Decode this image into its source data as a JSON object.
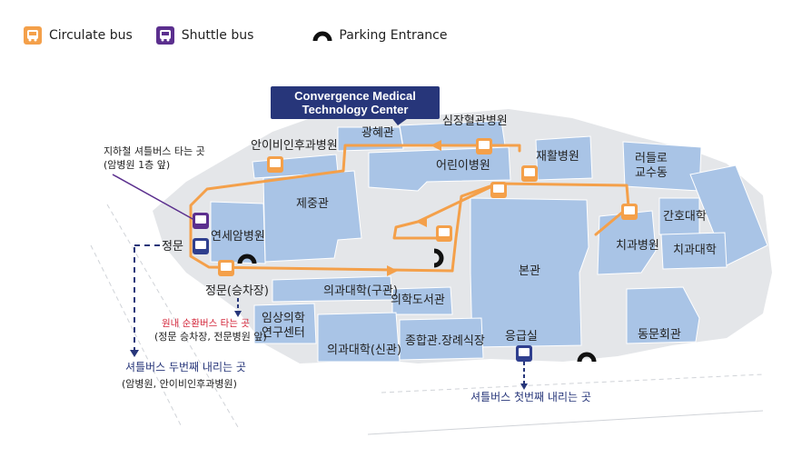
{
  "legend": {
    "circulate": "Circulate bus",
    "shuttle": "Shuttle bus",
    "parking": "Parking Entrance"
  },
  "colors": {
    "route": "#f4a04a",
    "building": "#a9c4e6",
    "ground": "#e4e6e9",
    "shuttle": "#5b2f8e",
    "navy": "#27367a",
    "red": "#d3263a"
  },
  "callout": {
    "line1": "Convergence Medical",
    "line2": "Technology Center"
  },
  "buildings": {
    "gwanghyegwan": "광혜관",
    "heart_hospital": "심장혈관병원",
    "ahn_otolaryngology": "안이비인후과병원",
    "childrens_hospital": "어린이병원",
    "rehab_hospital": "재활병원",
    "faculty_housing_1": "러들로",
    "faculty_housing_2": "교수동",
    "jejunggwan": "제중관",
    "nursing_college": "간호대학",
    "cancer_hospital": "연세암병원",
    "main_building": "본관",
    "dental_hospital": "치과병원",
    "dental_college": "치과대학",
    "medical_college_old": "의과대학(구관)",
    "medical_library": "의학도서관",
    "clinical_research_1": "임상의학",
    "clinical_research_2": "연구센터",
    "medical_college_new": "의과대학(신관)",
    "general_hall": "종합관.장례식장",
    "emergency": "응급실",
    "alumni_hall": "동문회관"
  },
  "labels": {
    "main_gate": "정문",
    "main_gate_stop": "정문(승차장)",
    "subway_shuttle_1": "지하철 셔틀버스 타는 곳",
    "subway_shuttle_2": "(암병원 1층 앞)",
    "internal_bus_1": "원내 순환버스 타는 곳",
    "internal_bus_2": "(정문 승차장, 전문병원 앞)",
    "second_stop_1": "셔틀버스 두번째 내리는 곳",
    "second_stop_2": "(암병원, 안이비인후과병원)",
    "first_stop": "셔틀버스 첫번째 내리는 곳"
  }
}
